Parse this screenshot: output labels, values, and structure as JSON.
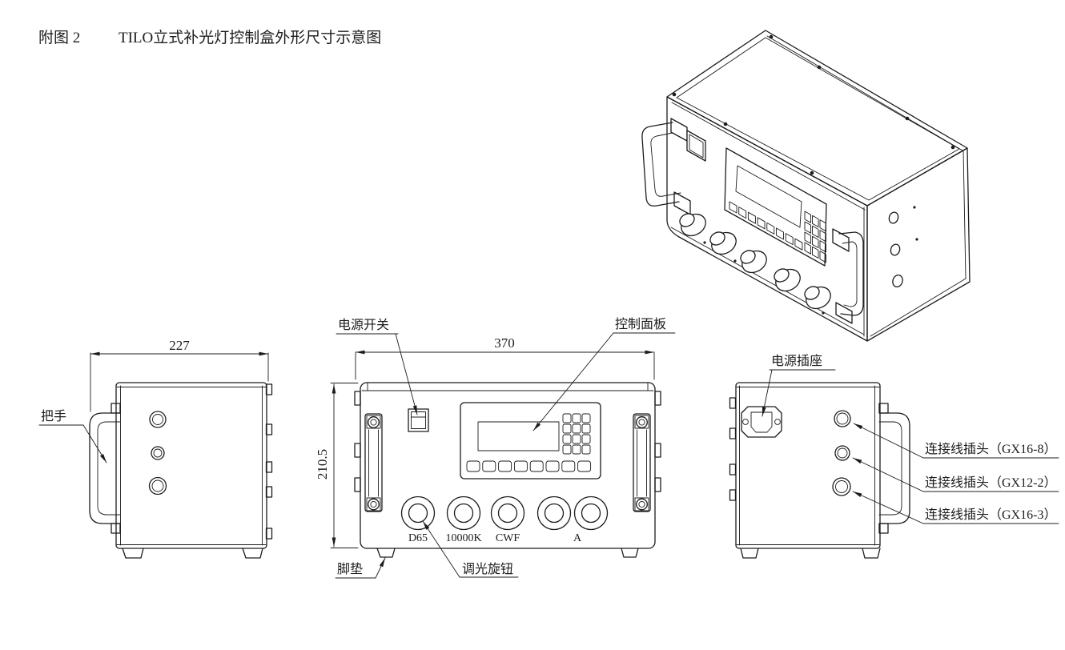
{
  "figure": {
    "label": "附图 2",
    "title": "TILO立式补光灯控制盒外形尺寸示意图"
  },
  "left_view": {
    "dim_width": "227",
    "handle_label": "把手"
  },
  "front_view": {
    "dim_width": "370",
    "dim_height": "210.5",
    "power_switch_label": "电源开关",
    "control_panel_label": "控制面板",
    "foot_pad_label": "脚垫",
    "dimmer_knob_label": "调光旋钮",
    "knob_labels": [
      "D65",
      "10000K",
      "CWF",
      "A"
    ]
  },
  "right_view": {
    "power_socket_label": "电源插座",
    "connector_labels": [
      "连接线插头（GX16-8）",
      "连接线插头（GX12-2）",
      "连接线插头（GX16-3）"
    ]
  },
  "colors": {
    "line": "#1c1c1c",
    "background": "#ffffff"
  }
}
